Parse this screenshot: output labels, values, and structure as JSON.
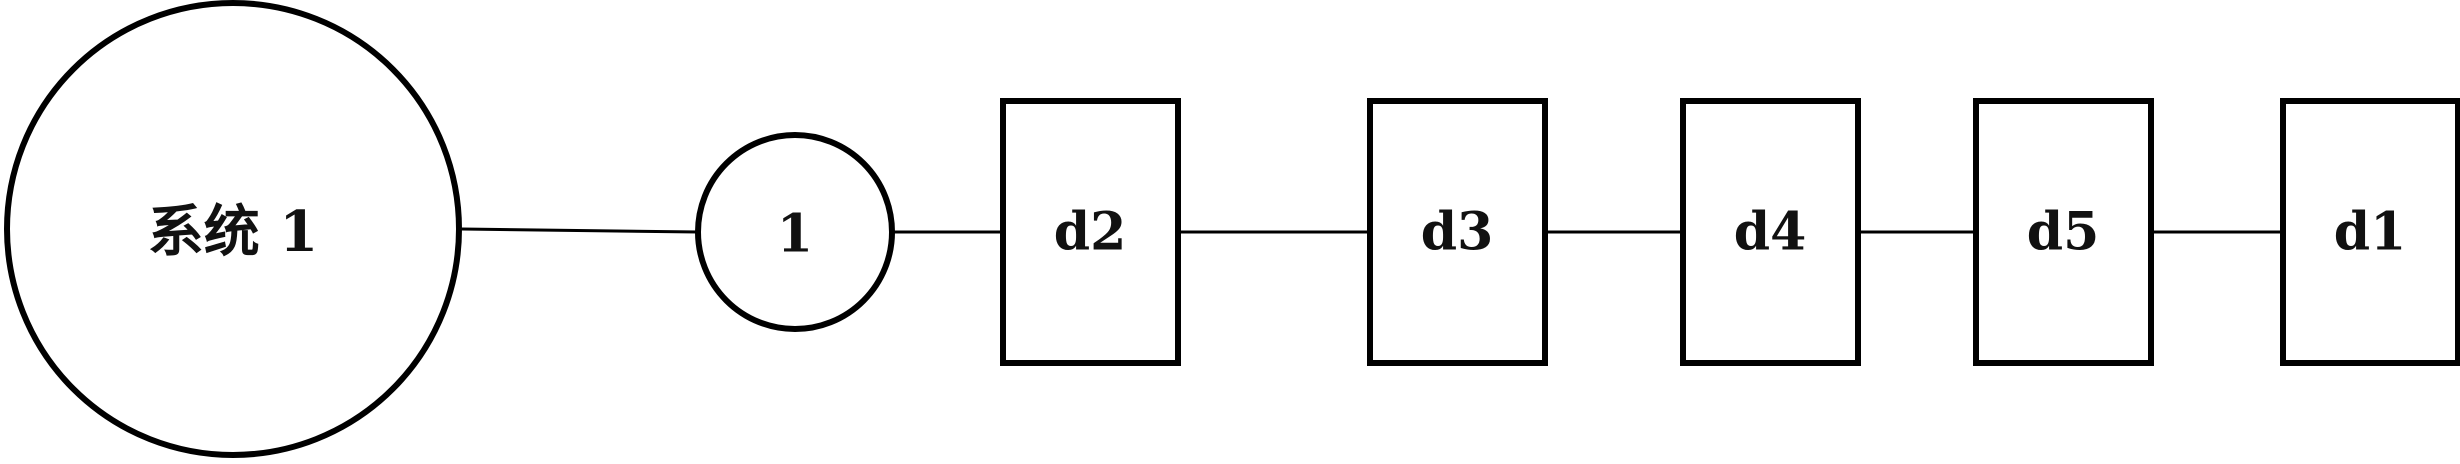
{
  "diagram": {
    "system_node": {
      "label": "系统 1",
      "shape": "circle"
    },
    "node_1": {
      "label": "1",
      "shape": "circle"
    },
    "boxes": [
      {
        "label": "d2"
      },
      {
        "label": "d3"
      },
      {
        "label": "d4"
      },
      {
        "label": "d5"
      },
      {
        "label": "d1"
      }
    ],
    "connections": [
      [
        "系统 1",
        "1"
      ],
      [
        "1",
        "d2"
      ],
      [
        "d2",
        "d3"
      ],
      [
        "d3",
        "d4"
      ],
      [
        "d4",
        "d5"
      ],
      [
        "d5",
        "d1"
      ]
    ],
    "colors": {
      "stroke": "#000000",
      "background": "#ffffff"
    }
  }
}
